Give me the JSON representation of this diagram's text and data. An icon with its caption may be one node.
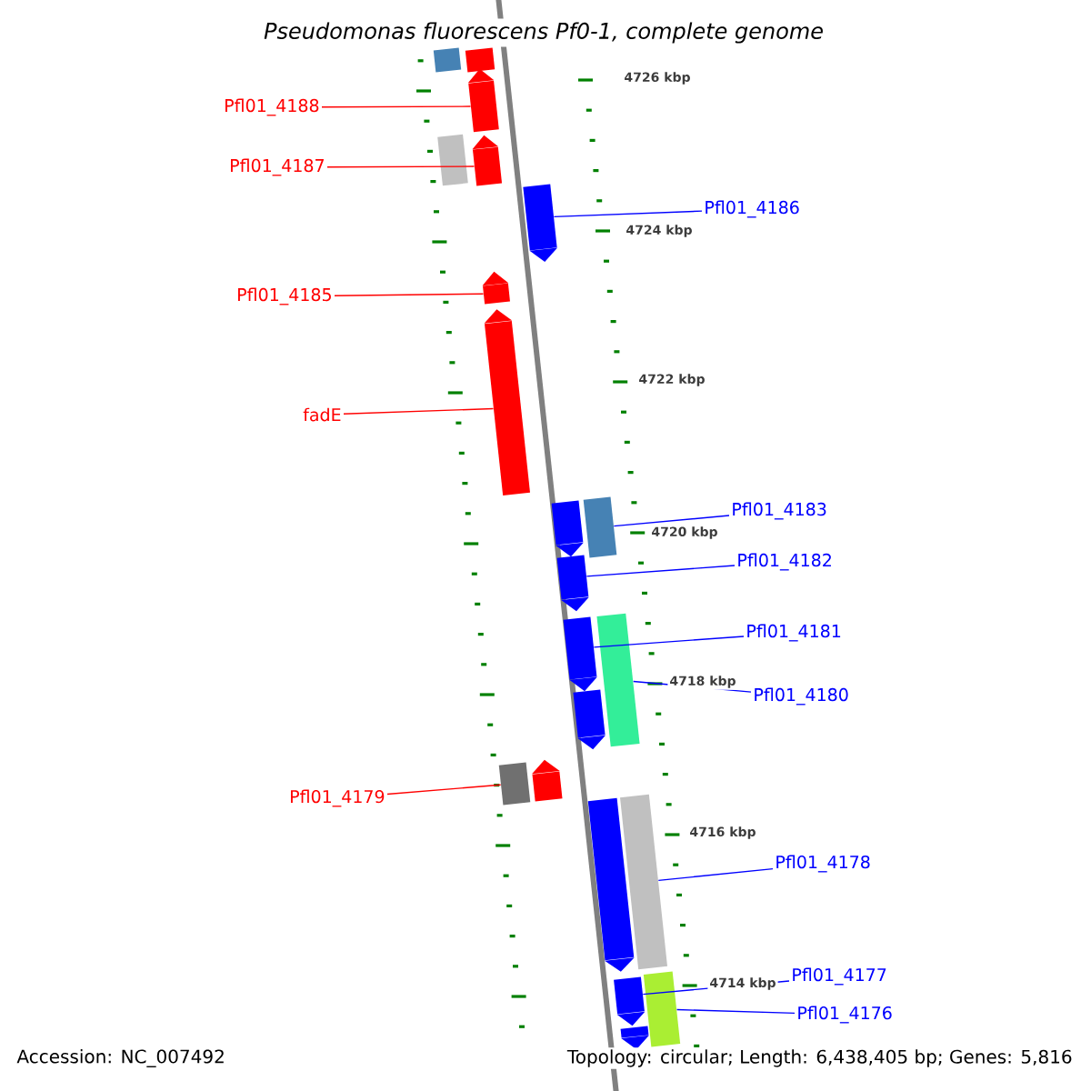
{
  "diagram": {
    "title": "Pseudomonas fluorescens Pf0-1, complete genome",
    "nodes": [
      {
        "text": [],
        "shape": "box"
      },
      {
        "text": [],
        "shape": "box"
      },
      {
        "text": [],
        "shape": "arrow"
      },
      {
        "text": [],
        "shape": "box"
      },
      {
        "text": [],
        "shape": "arrow"
      },
      {
        "text": [],
        "shape": "arrow"
      },
      {
        "text": [],
        "shape": "arrow"
      },
      {
        "text": [],
        "shape": "arrow"
      },
      {
        "text": [],
        "shape": "arrow"
      },
      {
        "text": [],
        "shape": "box"
      },
      {
        "text": [],
        "shape": "arrow"
      },
      {
        "text": [],
        "shape": "arrow"
      },
      {
        "text": [],
        "shape": "box"
      },
      {
        "text": [],
        "shape": "arrow"
      },
      {
        "text": [],
        "shape": "box"
      },
      {
        "text": [],
        "shape": "arrow"
      },
      {
        "text": [],
        "shape": "arrow"
      },
      {
        "text": [],
        "shape": "box"
      },
      {
        "text": [],
        "shape": "arrow"
      },
      {
        "text": [],
        "shape": "box"
      },
      {
        "text": [],
        "shape": "arrow"
      },
      {
        "text": [
          "Pfl01_4188"
        ]
      },
      {
        "text": [
          "Pfl01_4187"
        ]
      },
      {
        "text": [
          "Pfl01_4186"
        ]
      },
      {
        "text": [
          "Pfl01_4185"
        ]
      },
      {
        "text": [
          "fadE"
        ]
      },
      {
        "text": [
          "Pfl01_4183"
        ]
      },
      {
        "text": [
          "Pfl01_4182"
        ]
      },
      {
        "text": [
          "Pfl01_4181"
        ]
      },
      {
        "text": [
          "Pfl01_4180"
        ]
      },
      {
        "text": [
          "Pfl01_4179"
        ]
      },
      {
        "text": [
          "Pfl01_4178"
        ]
      },
      {
        "text": [
          "Pfl01_4177"
        ]
      },
      {
        "text": [
          "Pfl01_4176"
        ]
      }
    ],
    "edges": [
      {
        "from": 21,
        "to": 2,
        "arrow": "none",
        "color": "#ff0000"
      },
      {
        "from": 22,
        "to": 4,
        "arrow": "none",
        "color": "#ff0000"
      },
      {
        "from": 23,
        "to": 5,
        "arrow": "none"
      },
      {
        "from": 24,
        "to": 6,
        "arrow": "none",
        "color": "#ff0000"
      },
      {
        "from": 25,
        "to": 7,
        "arrow": "none",
        "color": "#ff0000"
      },
      {
        "from": 26,
        "to": 9,
        "arrow": "none"
      },
      {
        "from": 27,
        "to": 10,
        "arrow": "none"
      },
      {
        "from": 28,
        "to": 11,
        "arrow": "none"
      },
      {
        "from": 29,
        "to": 12,
        "arrow": "none"
      },
      {
        "from": 30,
        "to": 14,
        "arrow": "none",
        "color": "#ff0000"
      },
      {
        "from": 31,
        "to": 17,
        "arrow": "none"
      },
      {
        "from": 32,
        "to": 18,
        "arrow": "none"
      },
      {
        "from": 33,
        "to": 19,
        "arrow": "none"
      }
    ],
    "labels": [
      "4726 kbp",
      "4724 kbp",
      "4722 kbp",
      "4720 kbp",
      "4718 kbp",
      "4716 kbp",
      "4714 kbp",
      "Accession: NC_007492",
      "Topology: circular; Length: 6,438,405 bp; Genes: 5,816"
    ]
  }
}
